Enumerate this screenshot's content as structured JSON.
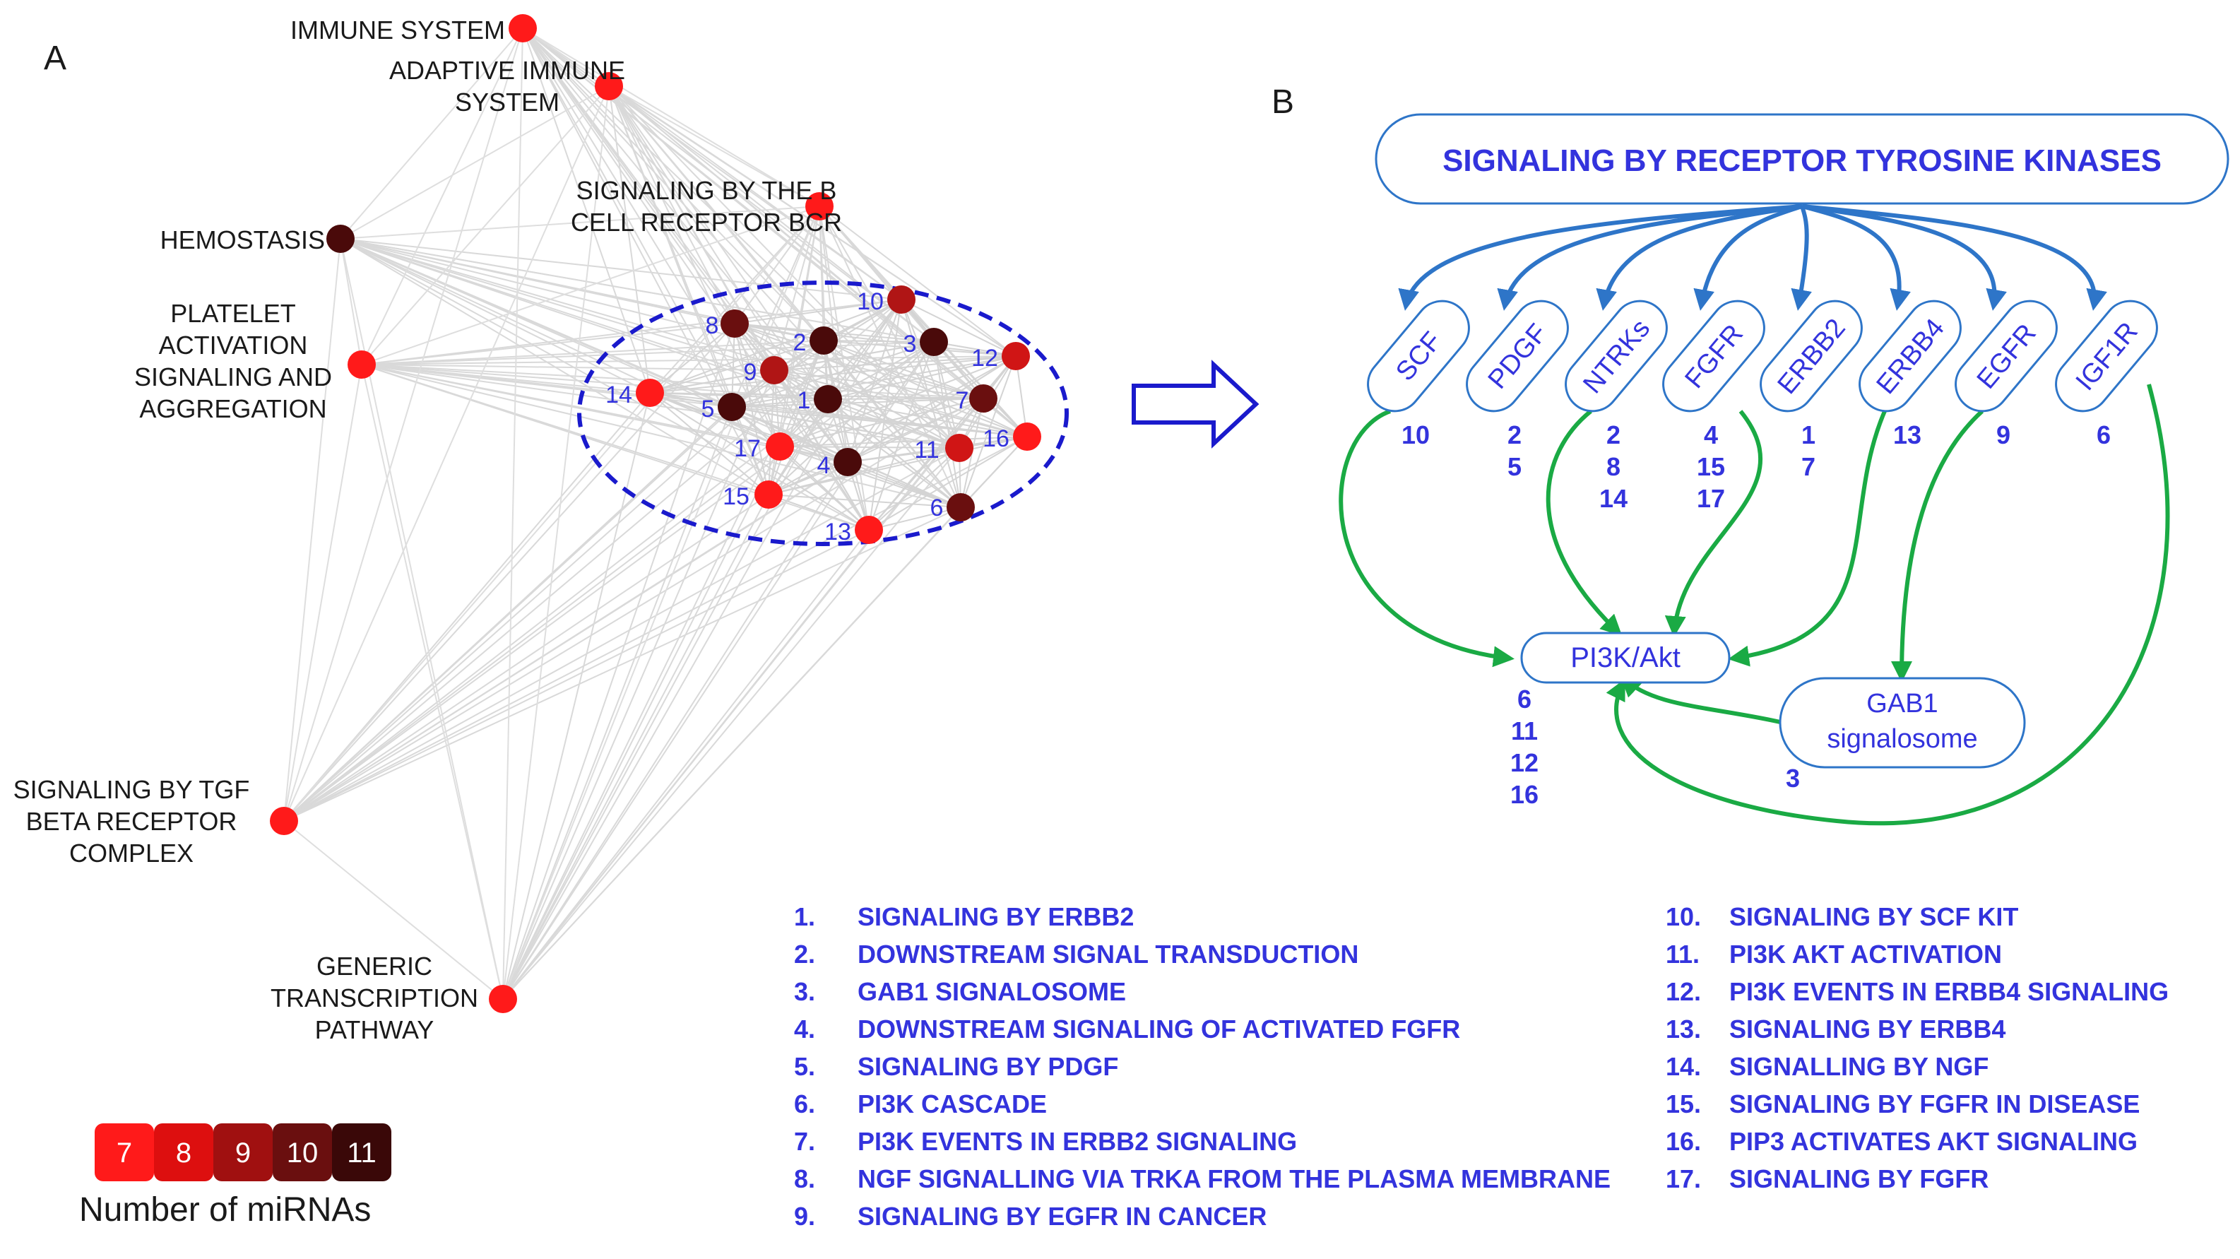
{
  "panel_a": {
    "label": "A",
    "pathway_nodes": [
      {
        "id": "immune",
        "lines": [
          "IMMUNE SYSTEM"
        ],
        "color": "#ff1a1a"
      },
      {
        "id": "adaptive",
        "lines": [
          "ADAPTIVE IMMUNE",
          "SYSTEM"
        ],
        "color": "#ff1a1a"
      },
      {
        "id": "bcr",
        "lines": [
          "SIGNALING BY THE B",
          "CELL RECEPTOR BCR"
        ],
        "color": "#ff1a1a"
      },
      {
        "id": "hemostasis",
        "lines": [
          "HEMOSTASIS"
        ],
        "color": "#4a0a0a"
      },
      {
        "id": "platelet",
        "lines": [
          "PLATELET",
          "ACTIVATION",
          "SIGNALING AND",
          "AGGREGATION"
        ],
        "color": "#ff1a1a"
      },
      {
        "id": "tgf",
        "lines": [
          "SIGNALING BY TGF",
          "BETA RECEPTOR",
          "COMPLEX"
        ],
        "color": "#ff1a1a"
      },
      {
        "id": "generic",
        "lines": [
          "GENERIC",
          "TRANSCRIPTION",
          "PATHWAY"
        ],
        "color": "#ff1a1a"
      }
    ],
    "cluster_nodes": [
      {
        "num": "1",
        "color": "#4a0a0a"
      },
      {
        "num": "2",
        "color": "#4a0a0a"
      },
      {
        "num": "3",
        "color": "#4a0a0a"
      },
      {
        "num": "4",
        "color": "#4a0a0a"
      },
      {
        "num": "5",
        "color": "#4a0a0a"
      },
      {
        "num": "6",
        "color": "#6a0f0f"
      },
      {
        "num": "7",
        "color": "#6a0f0f"
      },
      {
        "num": "8",
        "color": "#6a0f0f"
      },
      {
        "num": "9",
        "color": "#b01515"
      },
      {
        "num": "10",
        "color": "#b01515"
      },
      {
        "num": "11",
        "color": "#d01515"
      },
      {
        "num": "12",
        "color": "#d01515"
      },
      {
        "num": "13",
        "color": "#ff1a1a"
      },
      {
        "num": "14",
        "color": "#ff1a1a"
      },
      {
        "num": "15",
        "color": "#ff1a1a"
      },
      {
        "num": "16",
        "color": "#ff1a1a"
      },
      {
        "num": "17",
        "color": "#ff1a1a"
      }
    ],
    "legend": {
      "title": "Number of miRNAs",
      "items": [
        {
          "label": "7",
          "color": "#ff1a1a"
        },
        {
          "label": "8",
          "color": "#dd0f0f"
        },
        {
          "label": "9",
          "color": "#a01010"
        },
        {
          "label": "10",
          "color": "#6a0f0f"
        },
        {
          "label": "11",
          "color": "#3a0808"
        }
      ]
    }
  },
  "panel_b": {
    "label": "B",
    "title": "SIGNALING BY RECEPTOR TYROSINE KINASES",
    "receptors": [
      {
        "name": "SCF",
        "numbers": [
          "10"
        ]
      },
      {
        "name": "PDGF",
        "numbers": [
          "2",
          "5"
        ]
      },
      {
        "name": "NTRKs",
        "numbers": [
          "2",
          "8",
          "14"
        ]
      },
      {
        "name": "FGFR",
        "numbers": [
          "4",
          "15",
          "17"
        ]
      },
      {
        "name": "ERBB2",
        "numbers": [
          "1",
          "7"
        ]
      },
      {
        "name": "ERBB4",
        "numbers": [
          "13"
        ]
      },
      {
        "name": "EGFR",
        "numbers": [
          "9"
        ]
      },
      {
        "name": "IGF1R",
        "numbers": [
          "6"
        ]
      }
    ],
    "pi3k": {
      "name": "PI3K/Akt",
      "numbers": [
        "6",
        "11",
        "12",
        "16"
      ]
    },
    "gab1": {
      "lines": [
        "GAB1",
        "signalosome"
      ],
      "numbers": [
        "3"
      ]
    },
    "colors": {
      "blue_edge": "#2e75c8",
      "green_edge": "#1aaa44",
      "text": "#3333dd"
    }
  },
  "pathway_list": [
    {
      "num": "1.",
      "name": "SIGNALING BY ERBB2"
    },
    {
      "num": "2.",
      "name": "DOWNSTREAM SIGNAL TRANSDUCTION"
    },
    {
      "num": "3.",
      "name": "GAB1 SIGNALOSOME"
    },
    {
      "num": "4.",
      "name": "DOWNSTREAM SIGNALING OF ACTIVATED FGFR"
    },
    {
      "num": "5.",
      "name": "SIGNALING BY PDGF"
    },
    {
      "num": "6.",
      "name": "PI3K CASCADE"
    },
    {
      "num": "7.",
      "name": "PI3K EVENTS IN ERBB2 SIGNALING"
    },
    {
      "num": "8.",
      "name": "NGF SIGNALLING VIA TRKA FROM THE PLASMA MEMBRANE"
    },
    {
      "num": "9.",
      "name": "SIGNALING BY EGFR IN CANCER"
    },
    {
      "num": "10.",
      "name": "SIGNALING BY SCF KIT"
    },
    {
      "num": "11.",
      "name": "PI3K AKT ACTIVATION"
    },
    {
      "num": "12.",
      "name": "PI3K EVENTS IN ERBB4 SIGNALING"
    },
    {
      "num": "13.",
      "name": "SIGNALING BY ERBB4"
    },
    {
      "num": "14.",
      "name": "SIGNALLING BY NGF"
    },
    {
      "num": "15.",
      "name": "SIGNALING BY FGFR IN DISEASE"
    },
    {
      "num": "16.",
      "name": "PIP3 ACTIVATES AKT SIGNALING"
    },
    {
      "num": "17.",
      "name": "SIGNALING BY FGFR"
    }
  ]
}
